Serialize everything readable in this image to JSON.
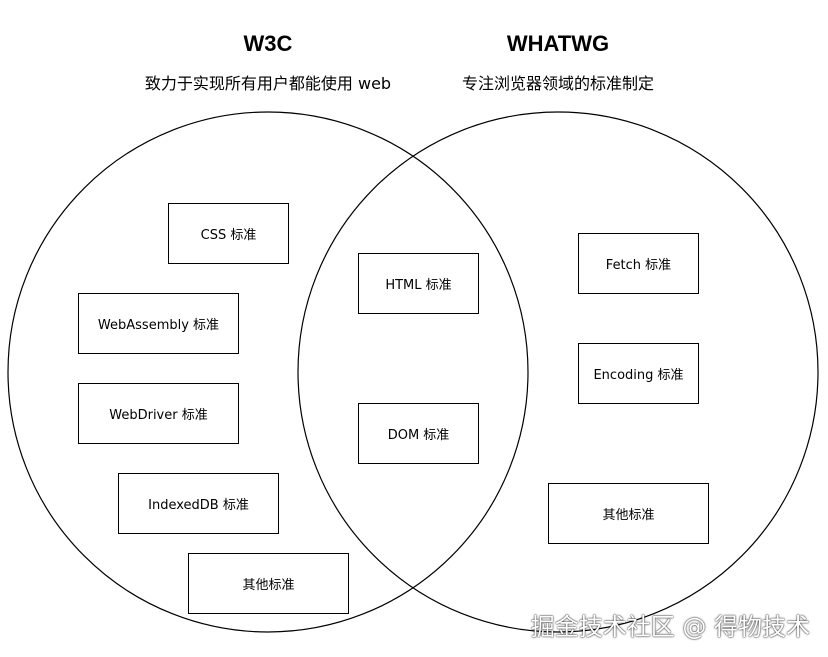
{
  "left": {
    "title": "W3C",
    "subtitle": "致力于实现所有用户都能使用 web",
    "boxes": [
      "CSS 标准",
      "WebAssembly 标准",
      "WebDriver 标准",
      "IndexedDB 标准",
      "其他标准"
    ]
  },
  "intersection": {
    "boxes": [
      "HTML 标准",
      "DOM 标准"
    ]
  },
  "right": {
    "title": "WHATWG",
    "subtitle": "专注浏览器领域的标准制定",
    "boxes": [
      "Fetch 标准",
      "Encoding 标准",
      "其他标准"
    ]
  },
  "watermark": "掘金技术社区 @ 得物技术"
}
